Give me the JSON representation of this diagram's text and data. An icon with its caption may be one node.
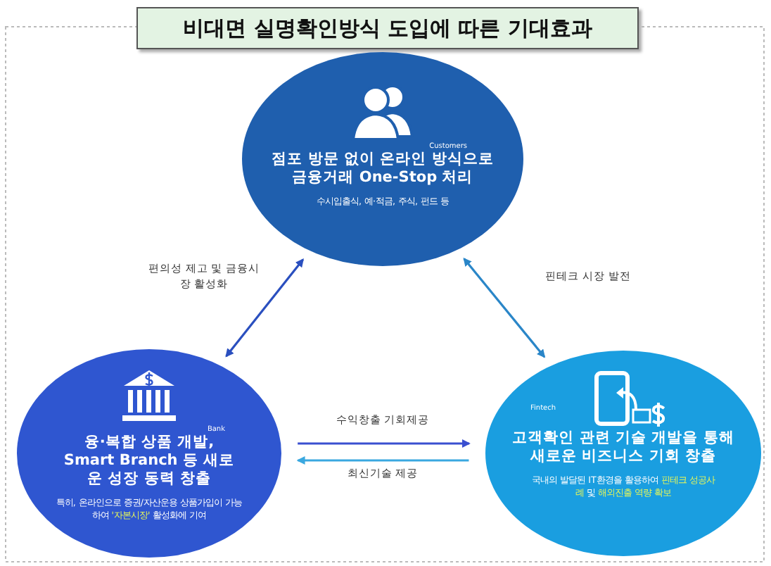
{
  "diagram": {
    "title": "비대면 실명확인방식 도입에 따른 기대효과",
    "nodes": [
      {
        "text": [
          "Customers",
          "점포 방문 없이 온라인 방식으로 금융거래 One-Stop 처리",
          "수시입출식, 예·적금, 주식, 펀드 등"
        ]
      },
      {
        "text": [
          "Bank",
          "융·복합 상품 개발, Smart Branch 등 새로운 성장 동력 창출",
          "특히, 온라인으로 증권/자산운용 상품가입이 가능하여 **'자본시장'** 활성화에 기여"
        ]
      },
      {
        "text": [
          "Fintech",
          "고객확인 관련 기술 개발을 통해 새로운 비즈니스 기회 창출",
          "국내의 발달된 IT환경을 활용하여 **핀테크 성공사례** 및 **해외진출 역량 확보**"
        ]
      }
    ],
    "edges": [
      {
        "from": 0,
        "to": 1,
        "arrow": "both",
        "label": "편의성 제고 및 금융시장 활성화",
        "color": "#2a4fbf"
      },
      {
        "from": 0,
        "to": 2,
        "arrow": "both",
        "label": "핀테크 시장 발전",
        "color": "#2a86c8"
      },
      {
        "from": 1,
        "to": 2,
        "arrow": "to",
        "label": "수익창출 기회제공",
        "color": "#3a4fd0"
      },
      {
        "from": 2,
        "to": 1,
        "arrow": "to",
        "label": "최신기술 제공",
        "color": "#3aa8e0"
      }
    ]
  }
}
